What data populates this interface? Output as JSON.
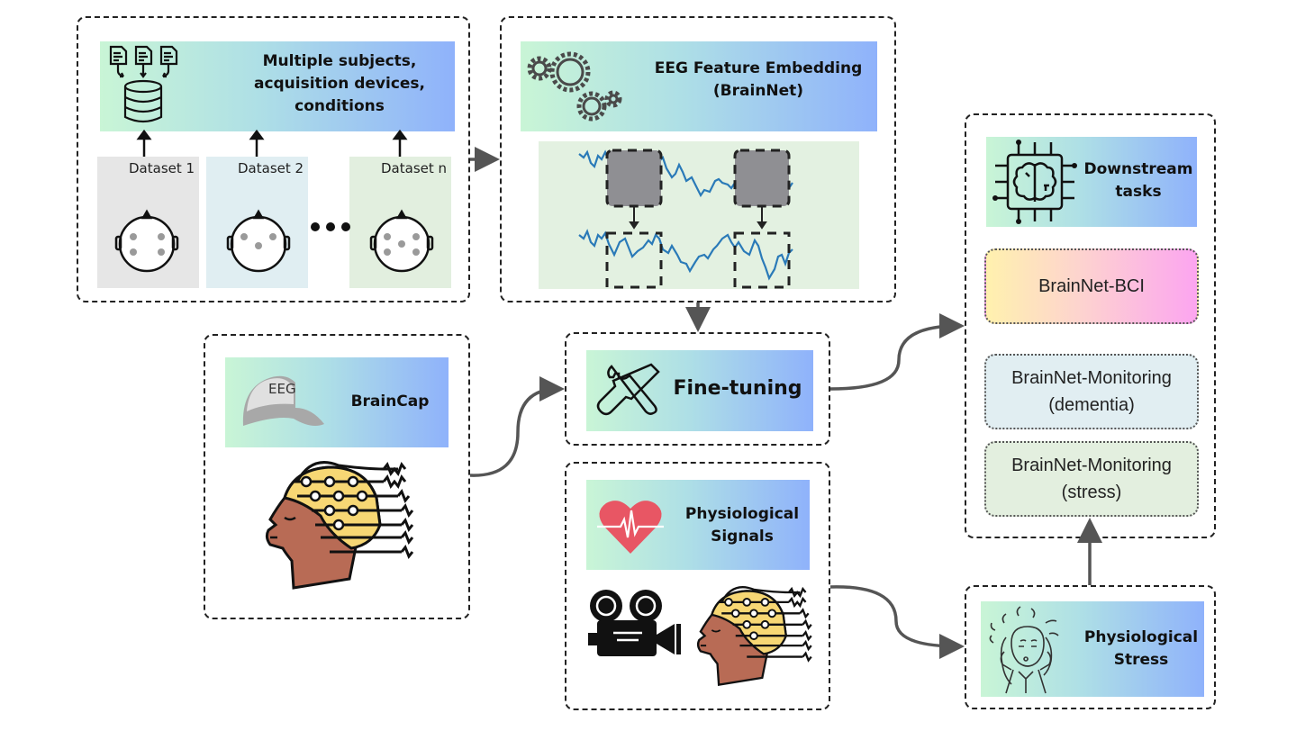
{
  "diagram": {
    "data_collection": {
      "title": "Multiple subjects, acquisition devices, conditions",
      "title_lines": [
        "Multiple subjects,",
        "acquisition devices,",
        "conditions"
      ],
      "datasets": [
        {
          "label": "Dataset 1",
          "color": "#e6e6e6",
          "electrodes": 4
        },
        {
          "label": "Dataset 2",
          "color": "#e0eef2",
          "electrodes": 3
        },
        {
          "label": "Dataset n",
          "color": "#e2efdf",
          "electrodes": 5
        }
      ],
      "ellipsis": "•••"
    },
    "embedding": {
      "title_lines": [
        "EEG Feature Embedding",
        "(BrainNet)"
      ]
    },
    "braincap": {
      "title": "BrainCap",
      "cap_label": "EEG"
    },
    "finetuning": {
      "title": "Fine-tuning"
    },
    "physio_signals": {
      "title_lines": [
        "Physiological",
        "Signals"
      ]
    },
    "downstream": {
      "title_lines": [
        "Downstream",
        "tasks"
      ],
      "tasks": [
        {
          "lines": [
            "BrainNet-BCI"
          ]
        },
        {
          "lines": [
            "BrainNet-Monitoring",
            "(dementia)"
          ]
        },
        {
          "lines": [
            "BrainNet-Monitoring",
            "(stress)"
          ]
        }
      ]
    },
    "physio_stress": {
      "title_lines": [
        "Physiological",
        "Stress"
      ]
    },
    "colors": {
      "gradient_start": "#c9f5d6",
      "gradient_end": "#8fb2fb",
      "signal": "#2a7ab8",
      "arrow": "#555555",
      "heart": "#e85664",
      "skin": "#b86b55",
      "cap": "#f7d774"
    }
  }
}
